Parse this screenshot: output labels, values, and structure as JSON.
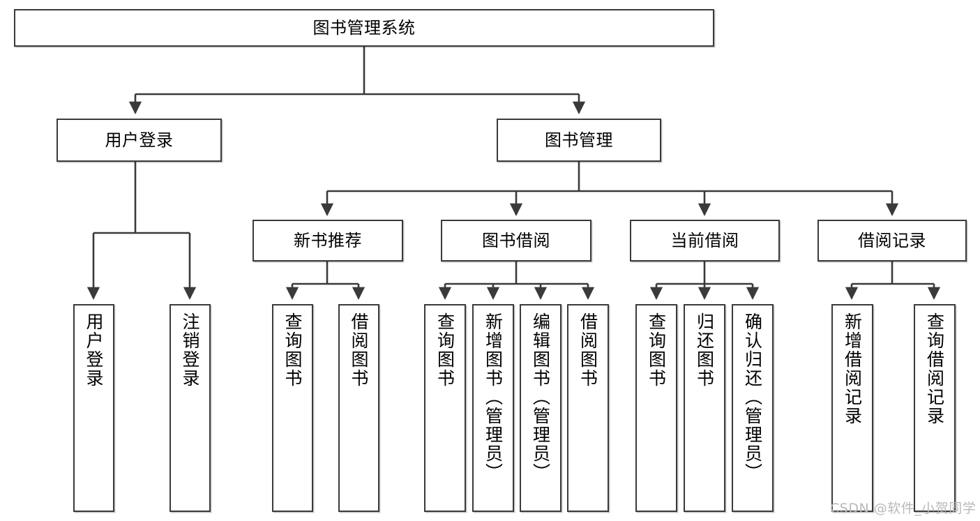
{
  "diagram": {
    "type": "tree",
    "title": "图书管理系统",
    "watermark": "CSDN @软件_小贺同学",
    "colors": {
      "box_border": "#3a3a3a",
      "box_fill": "#ffffff",
      "connector": "#3a3a3a",
      "background": "#ffffff",
      "watermark": "#b9b9b9"
    },
    "nodes": {
      "root": {
        "label": "图书管理系统",
        "level": 1,
        "orientation": "horizontal"
      },
      "user_login": {
        "label": "用户登录",
        "level": 2,
        "orientation": "horizontal"
      },
      "book_mgmt": {
        "label": "图书管理",
        "level": 2,
        "orientation": "horizontal"
      },
      "new_book_rec": {
        "label": "新书推荐",
        "level": 3,
        "orientation": "horizontal"
      },
      "book_borrow": {
        "label": "图书借阅",
        "level": 3,
        "orientation": "horizontal"
      },
      "current_borrow": {
        "label": "当前借阅",
        "level": 3,
        "orientation": "horizontal"
      },
      "borrow_record": {
        "label": "借阅记录",
        "level": 3,
        "orientation": "horizontal"
      },
      "leaf_user_login": {
        "label": "用户登录",
        "level": 4,
        "orientation": "vertical"
      },
      "leaf_logout": {
        "label": "注销登录",
        "level": 4,
        "orientation": "vertical"
      },
      "leaf_query_book_1": {
        "label": "查询图书",
        "level": 4,
        "orientation": "vertical"
      },
      "leaf_borrow_book_1": {
        "label": "借阅图书",
        "level": 4,
        "orientation": "vertical"
      },
      "leaf_query_book_2": {
        "label": "查询图书",
        "level": 4,
        "orientation": "vertical"
      },
      "leaf_add_book": {
        "label": "新增图书（管理员）",
        "level": 4,
        "orientation": "vertical"
      },
      "leaf_edit_book": {
        "label": "编辑图书（管理员）",
        "level": 4,
        "orientation": "vertical"
      },
      "leaf_borrow_book_2": {
        "label": "借阅图书",
        "level": 4,
        "orientation": "vertical"
      },
      "leaf_query_book_3": {
        "label": "查询图书",
        "level": 4,
        "orientation": "vertical"
      },
      "leaf_return_book": {
        "label": "归还图书",
        "level": 4,
        "orientation": "vertical"
      },
      "leaf_confirm_return": {
        "label": "确认归还（管理员）",
        "level": 4,
        "orientation": "vertical"
      },
      "leaf_add_record": {
        "label": "新增借阅记录",
        "level": 4,
        "orientation": "vertical"
      },
      "leaf_query_record": {
        "label": "查询借阅记录",
        "level": 4,
        "orientation": "vertical"
      }
    },
    "edges": [
      {
        "from": "root",
        "to": "user_login"
      },
      {
        "from": "root",
        "to": "book_mgmt"
      },
      {
        "from": "user_login",
        "to": "leaf_user_login"
      },
      {
        "from": "user_login",
        "to": "leaf_logout"
      },
      {
        "from": "book_mgmt",
        "to": "new_book_rec"
      },
      {
        "from": "book_mgmt",
        "to": "book_borrow"
      },
      {
        "from": "book_mgmt",
        "to": "current_borrow"
      },
      {
        "from": "book_mgmt",
        "to": "borrow_record"
      },
      {
        "from": "new_book_rec",
        "to": "leaf_query_book_1"
      },
      {
        "from": "new_book_rec",
        "to": "leaf_borrow_book_1"
      },
      {
        "from": "book_borrow",
        "to": "leaf_query_book_2"
      },
      {
        "from": "book_borrow",
        "to": "leaf_add_book"
      },
      {
        "from": "book_borrow",
        "to": "leaf_edit_book"
      },
      {
        "from": "book_borrow",
        "to": "leaf_borrow_book_2"
      },
      {
        "from": "current_borrow",
        "to": "leaf_query_book_3"
      },
      {
        "from": "current_borrow",
        "to": "leaf_return_book"
      },
      {
        "from": "current_borrow",
        "to": "leaf_confirm_return"
      },
      {
        "from": "borrow_record",
        "to": "leaf_add_record"
      },
      {
        "from": "borrow_record",
        "to": "leaf_query_record"
      }
    ]
  }
}
